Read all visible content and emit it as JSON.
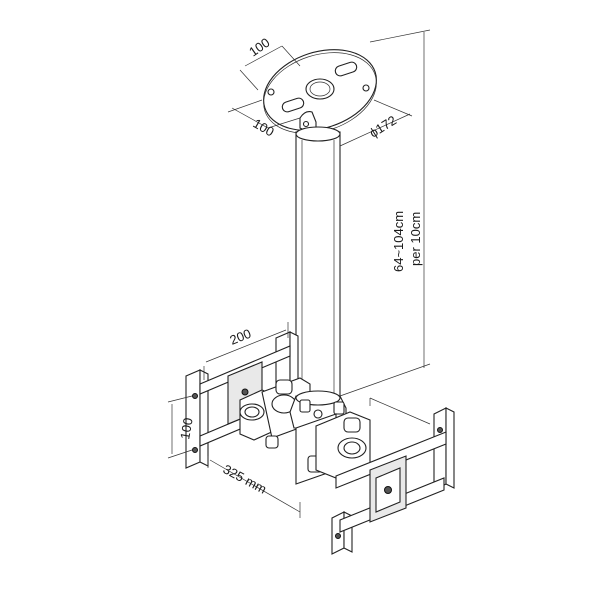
{
  "dimensions": {
    "plate_width": "100",
    "plate_depth": "100",
    "plate_diameter": "ϕ172",
    "pole_length": "64~104cm",
    "pole_increment": "per 10cm",
    "bracket_spacing": "200",
    "bracket_height": "100",
    "arm_span": "325 mm"
  }
}
